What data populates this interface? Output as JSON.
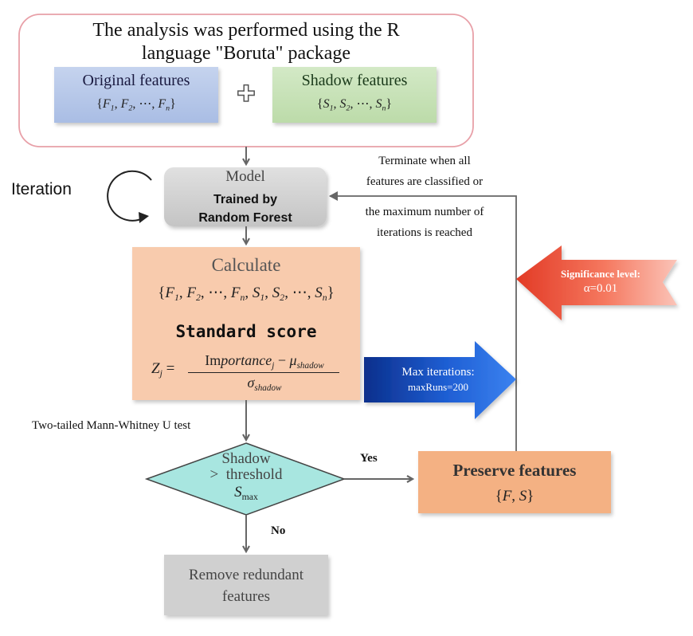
{
  "header": {
    "title_line1": "The analysis was performed using the R",
    "title_line2": "language \"Boruta\" package"
  },
  "original_features": {
    "label": "Original features",
    "set_letter": "F"
  },
  "shadow_features": {
    "label": "Shadow features",
    "set_letter": "S"
  },
  "set_ellipsis": "⋯",
  "set_subscript_1": "1",
  "set_subscript_2": "2",
  "set_subscript_n": "n",
  "plus_symbol": "✚",
  "iteration_label": "Iteration",
  "model_box": {
    "title": "Model",
    "line1": "Trained by",
    "line2": "Random Forest"
  },
  "terminate_note": {
    "line1": "Terminate when all",
    "line2": "features are classified or",
    "line3": "the maximum number of",
    "line4": "iterations is reached"
  },
  "calculate_box": {
    "title": "Calculate",
    "standard_score": "Standard score",
    "z_letter": "Z",
    "z_sub": "j",
    "numerator_word": "Importance",
    "numerator_sub": "j",
    "minus": "−",
    "mu": "μ",
    "mu_sub": "shadow",
    "sigma": "σ",
    "sigma_sub": "shadow"
  },
  "significance_arrow": {
    "line1": "Significance level:",
    "line2": "α=0.01"
  },
  "max_iter_arrow": {
    "line1": "Max iterations:",
    "line2": "maxRuns=200"
  },
  "test_label": "Two-tailed Mann-Whitney U test",
  "decision": {
    "line1": "Shadow",
    "line2": ">  threshold",
    "smax_letter": "S",
    "smax_sub": "max"
  },
  "yes_label": "Yes",
  "no_label": "No",
  "preserve_box": {
    "title": "Preserve features",
    "set_open": "{",
    "f": "F",
    "comma": ",",
    "s": "S",
    "set_close": "}"
  },
  "remove_box": {
    "line1": "Remove redundant",
    "line2": "features"
  },
  "colors": {
    "header_border": "#e8a0a8",
    "original_fill": "#b4c6e7",
    "shadow_fill": "#c5e0b4",
    "model_fill": "#d0d0d0",
    "calculate_fill": "#f8cbad",
    "decision_fill": "#a8e6e0",
    "preserve_fill": "#f4b183",
    "remove_fill": "#d0d0d0",
    "connector": "#666666",
    "significance_arrow": "#f05a40",
    "max_arrow": "#1a56c8"
  }
}
